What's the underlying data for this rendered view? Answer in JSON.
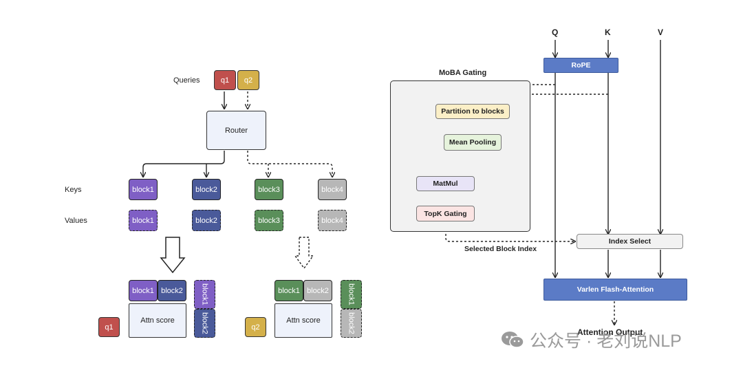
{
  "left_diagram": {
    "labels": {
      "queries": "Queries",
      "keys": "Keys",
      "values": "Values"
    },
    "queries": {
      "q1": "q1",
      "q2": "q2"
    },
    "router": "Router",
    "keys": [
      "block1",
      "block2",
      "block3",
      "block4"
    ],
    "values": [
      "block1",
      "block2",
      "block3",
      "block4"
    ],
    "left_result": {
      "keys": [
        "block1",
        "block2"
      ],
      "values": [
        "block1",
        "block2"
      ],
      "attn_score": "Attn score",
      "query": "q1"
    },
    "right_result": {
      "keys": [
        "block1",
        "block2"
      ],
      "values": [
        "block1",
        "block2"
      ],
      "attn_score": "Attn score",
      "query": "q2"
    }
  },
  "right_diagram": {
    "inputs": {
      "q": "Q",
      "k": "K",
      "v": "V"
    },
    "rope": "RoPE",
    "moba_gating_title": "MoBA Gating",
    "partition": "Partition to blocks",
    "mean_pooling": "Mean Pooling",
    "matmul": "MatMul",
    "topk_gating": "TopK Gating",
    "selected_block_index": "Selected Block Index",
    "index_select": "Index Select",
    "varlen": "Varlen Flash-Attention",
    "attention_output": "Attention Output"
  },
  "watermark": "公众号 · 老刘说NLP",
  "colors": {
    "block1": "#7f5fc5",
    "block2": "#4a5a9a",
    "block3": "#5a8f5a",
    "block4": "#b7b7b7",
    "q1": "#c0504d",
    "q2": "#d4b04a",
    "rope": "#5b7bc6",
    "partition": "#fbefc7",
    "mean_pooling": "#e6f3dc",
    "matmul": "#e8e4f7",
    "topk_gating": "#fbe4e3"
  }
}
